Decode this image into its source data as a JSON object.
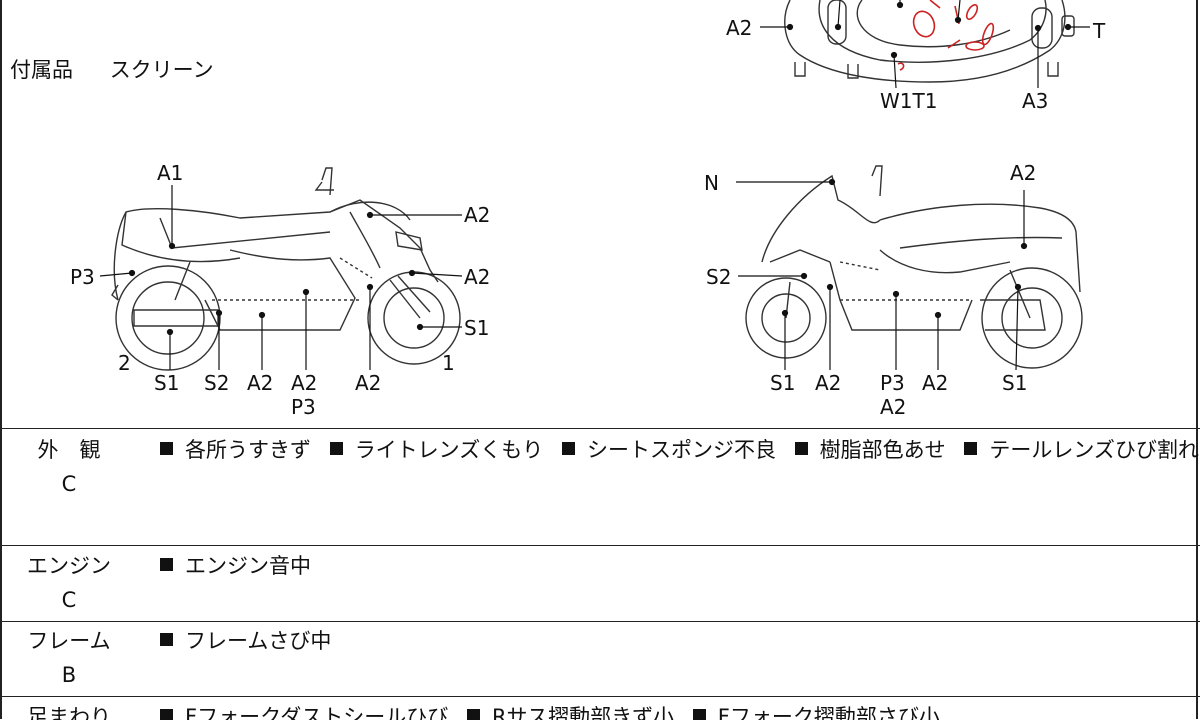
{
  "accessory": {
    "label": "付属品",
    "value": "スクリーン"
  },
  "diagram": {
    "top_labels": [
      "A2",
      "T",
      "W1T1",
      "A3"
    ],
    "left_labels": [
      "A1",
      "A2",
      "P3",
      "A2",
      "S1",
      "2",
      "1",
      "S1",
      "S2",
      "A2",
      "A2",
      "P3",
      "A2"
    ],
    "right_labels": [
      "N",
      "A2",
      "S2",
      "S1",
      "A2",
      "P3",
      "A2",
      "A2",
      "S1"
    ]
  },
  "sections": [
    {
      "category": "外　観",
      "grade": "C",
      "items": [
        "各所うすきず",
        "ライトレンズくもり",
        "シートスポンジ不良",
        "樹脂部色あせ",
        "テールレンズひび割れ"
      ]
    },
    {
      "category": "エンジン",
      "grade": "C",
      "items": [
        "エンジン音中"
      ]
    },
    {
      "category": "フレーム",
      "grade": "B",
      "items": [
        "フレームさび中"
      ]
    },
    {
      "category": "足まわり",
      "grade": "",
      "items": [
        "Fフォークダストシールひび",
        "Rサス摺動部きず小",
        "Fフォーク摺動部さび小"
      ]
    }
  ],
  "colors": {
    "line": "#222222",
    "damage_mark": "#cc2222"
  }
}
